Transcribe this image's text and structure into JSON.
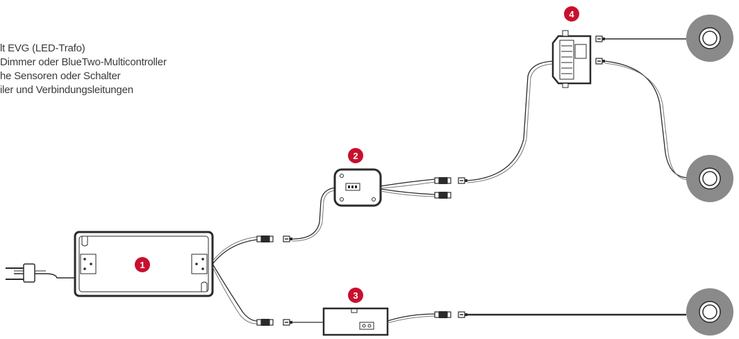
{
  "legend": [
    "lt EVG (LED-Trafo)",
    "Dimmer oder BlueTwo-Multicontroller",
    "he Sensoren oder Schalter",
    "iler und Verbindungsleitungen"
  ],
  "badges": {
    "transformer": "1",
    "dimmer": "2",
    "switch": "3",
    "distributor": "4"
  },
  "colors": {
    "badge": "#c8102e",
    "line": "#2a2a2a",
    "light_fill": "#8a8a8a"
  }
}
